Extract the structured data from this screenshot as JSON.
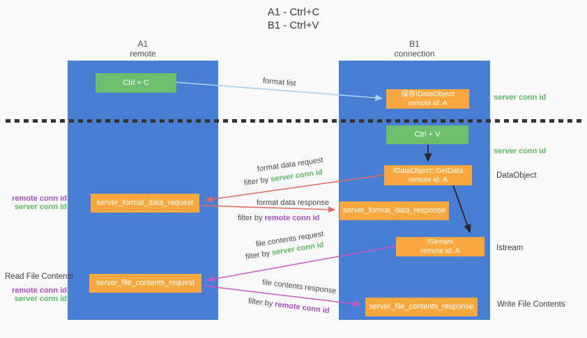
{
  "title": {
    "line1": "A1 - Ctrl+C",
    "line2": "B1 - Ctrl+V"
  },
  "lanes": {
    "left": {
      "name": "A1",
      "role": "remote"
    },
    "right": {
      "name": "B1",
      "role": "connection"
    }
  },
  "boxes": {
    "ctrl_c": {
      "label": "Ctrl + C"
    },
    "save_idataobject": {
      "line1": "保存IDataObject",
      "line2": "remote id: A"
    },
    "ctrl_v": {
      "label": "Ctrl + V"
    },
    "getdata": {
      "line1": "IDataObject::GetData",
      "line2": "remote id: A"
    },
    "server_format_data_request": {
      "label": "server_format_data_request"
    },
    "server_format_data_response": {
      "label": "server_format_data_response"
    },
    "istream": {
      "line1": "IStream",
      "line2": "remote id: A"
    },
    "server_file_contents_request": {
      "label": "server_file_contents_request"
    },
    "server_file_contents_response": {
      "label": "server_file_contents_response"
    }
  },
  "notes": {
    "right_server_conn_id_1": "server conn id",
    "right_server_conn_id_2": "server conn id",
    "right_dataobject": "DataObject",
    "right_istream": "Istream",
    "right_write_file": "Write File Contents",
    "left_read_file": "Read File Contents",
    "left_remote_conn_id_1": "remote conn id",
    "left_server_conn_id_1": "server conn id",
    "left_remote_conn_id_2": "remote conn id",
    "left_server_conn_id_2": "server conn id"
  },
  "arrow_labels": {
    "format_list": "format list",
    "format_data_request": "format data request",
    "format_data_response": "format data response",
    "file_contents_request": "file contents request",
    "file_contents_response": "file contents response",
    "filter_by": "filter by",
    "server_conn_id": "server conn id",
    "remote_conn_id": "remote conn id"
  },
  "colors": {
    "lane_blue": "#4a7ed3",
    "box_green": "#6dbe6e",
    "box_orange": "#f8a83e",
    "text_green": "#5cba5f",
    "text_purple": "#a94fc4",
    "arrow_red": "#e5685c",
    "arrow_magenta": "#cb57c3",
    "arrow_lightblue": "#a9d2f0",
    "arrow_black": "#262626"
  }
}
